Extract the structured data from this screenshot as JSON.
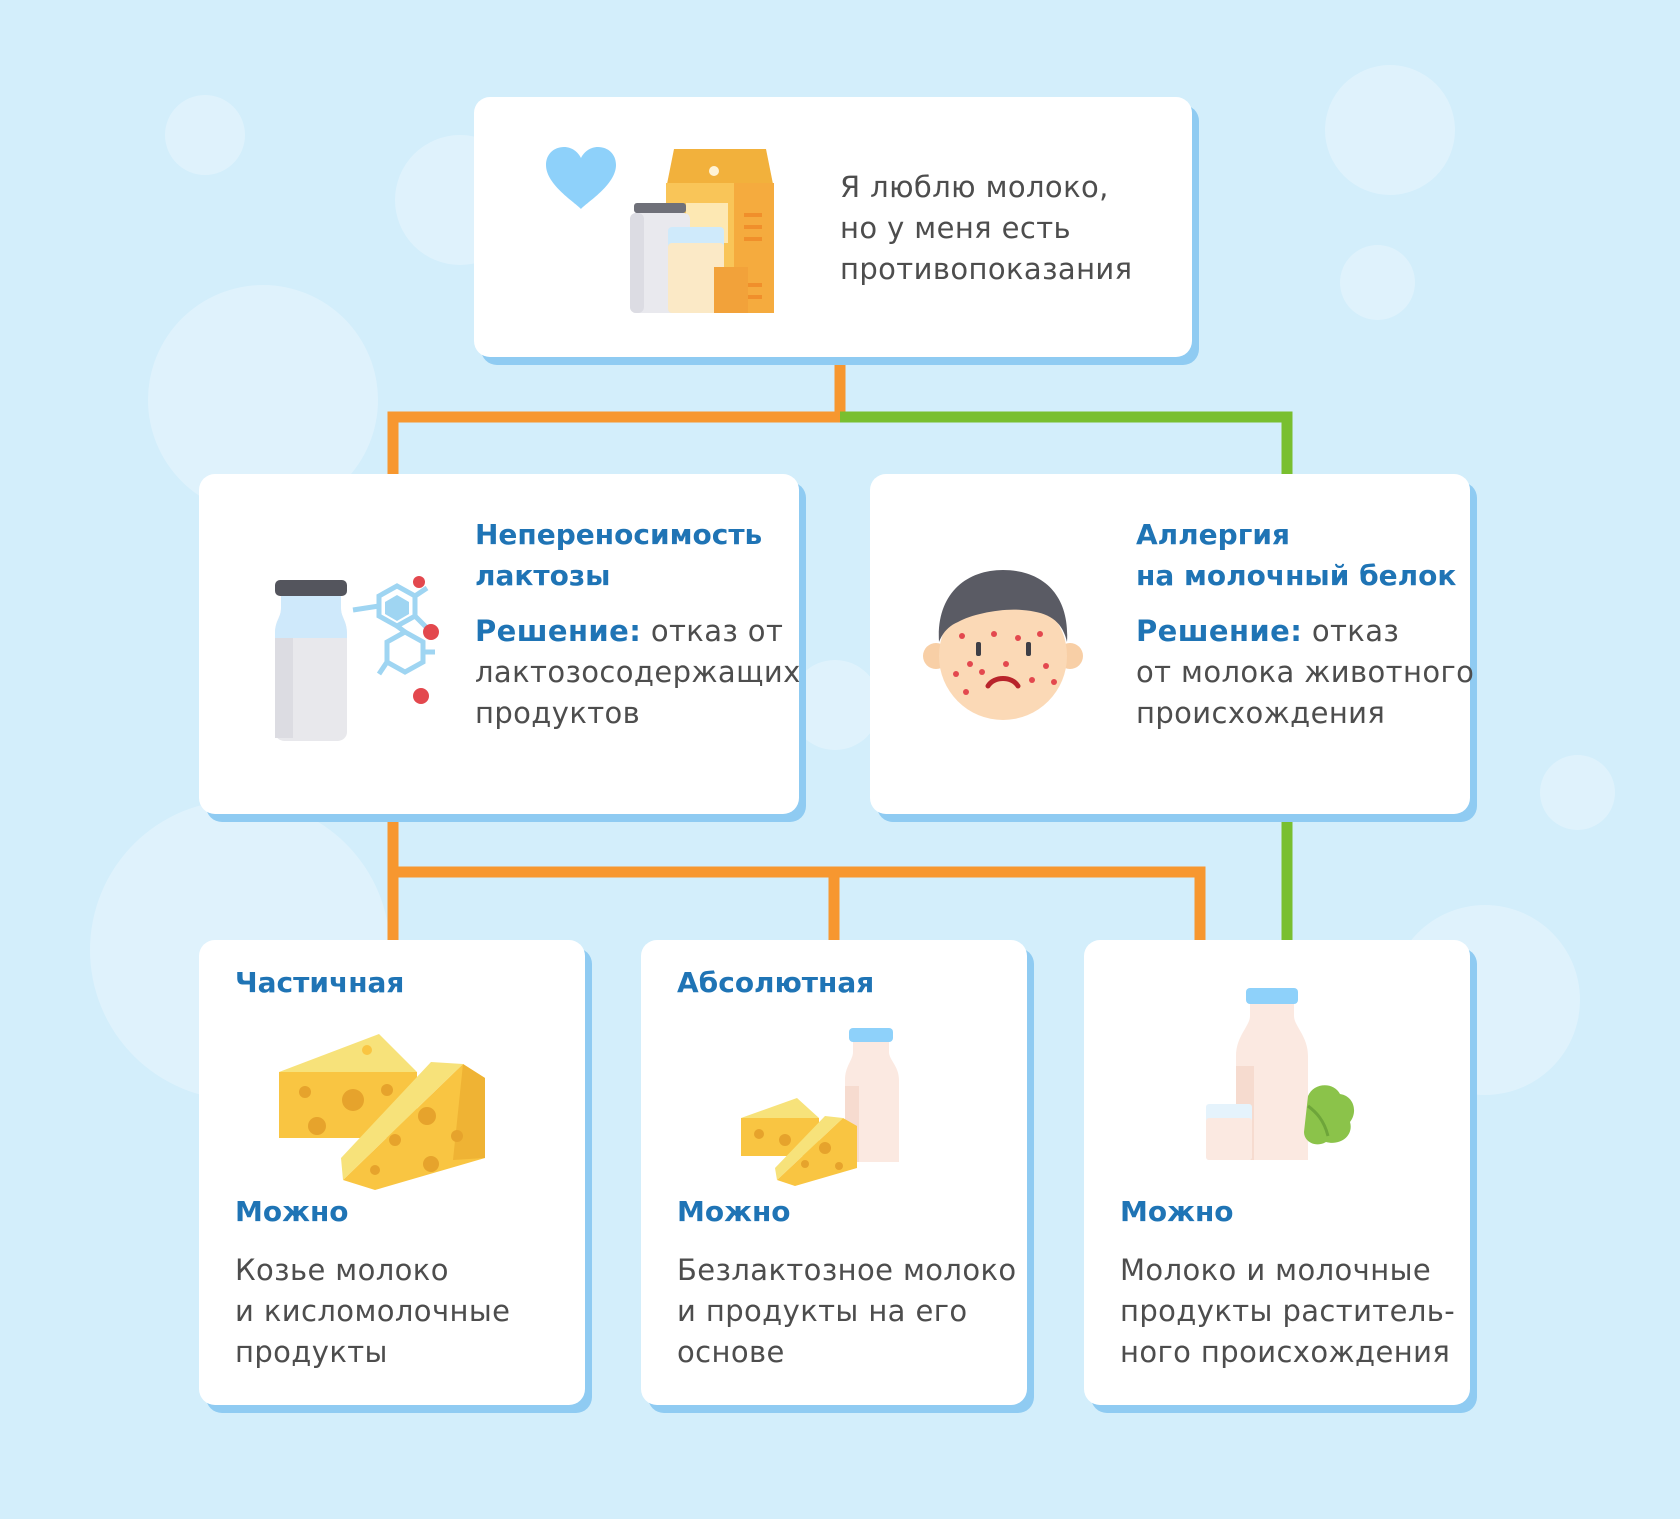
{
  "colors": {
    "background": "#d3eefb",
    "card": "#ffffff",
    "card_shadow": "#8fcbf2",
    "heading": "#1f74b5",
    "body_text": "#4d4d4d",
    "intolerance_line": "#f7972f",
    "allergy_line": "#79bf2f"
  },
  "root": {
    "lines": [
      "Я люблю молоко,",
      "но у меня есть",
      "противопоказания"
    ]
  },
  "intolerance": {
    "title": [
      "Непереносимость",
      "лактозы"
    ],
    "solution_label": "Решение:",
    "solution_lines": [
      " отказ от",
      "лактозосодержащих",
      "продуктов"
    ]
  },
  "allergy": {
    "title": [
      "Аллергия",
      "на молочный белок"
    ],
    "solution_label": "Решение:",
    "solution_lines": [
      " отказ",
      "от молока животного",
      "происхождения"
    ]
  },
  "partial": {
    "title": "Частичная",
    "allowed_label": "Можно",
    "lines": [
      "Козье молоко",
      "и кисломолочные",
      "продукты"
    ]
  },
  "absolute": {
    "title": "Абсолютная",
    "allowed_label": "Можно",
    "lines": [
      "Безлактозное молоко",
      "и продукты на его",
      "основе"
    ]
  },
  "plant": {
    "allowed_label": "Можно",
    "lines": [
      "Молоко и молочные",
      "продукты раститель-",
      "ного происхождения"
    ]
  },
  "icons": [
    "heart-icon",
    "milk-carton-icon",
    "milk-bottle-icon",
    "lactose-molecule-icon",
    "rash-face-icon",
    "cheese-icon",
    "plant-milk-icon"
  ]
}
